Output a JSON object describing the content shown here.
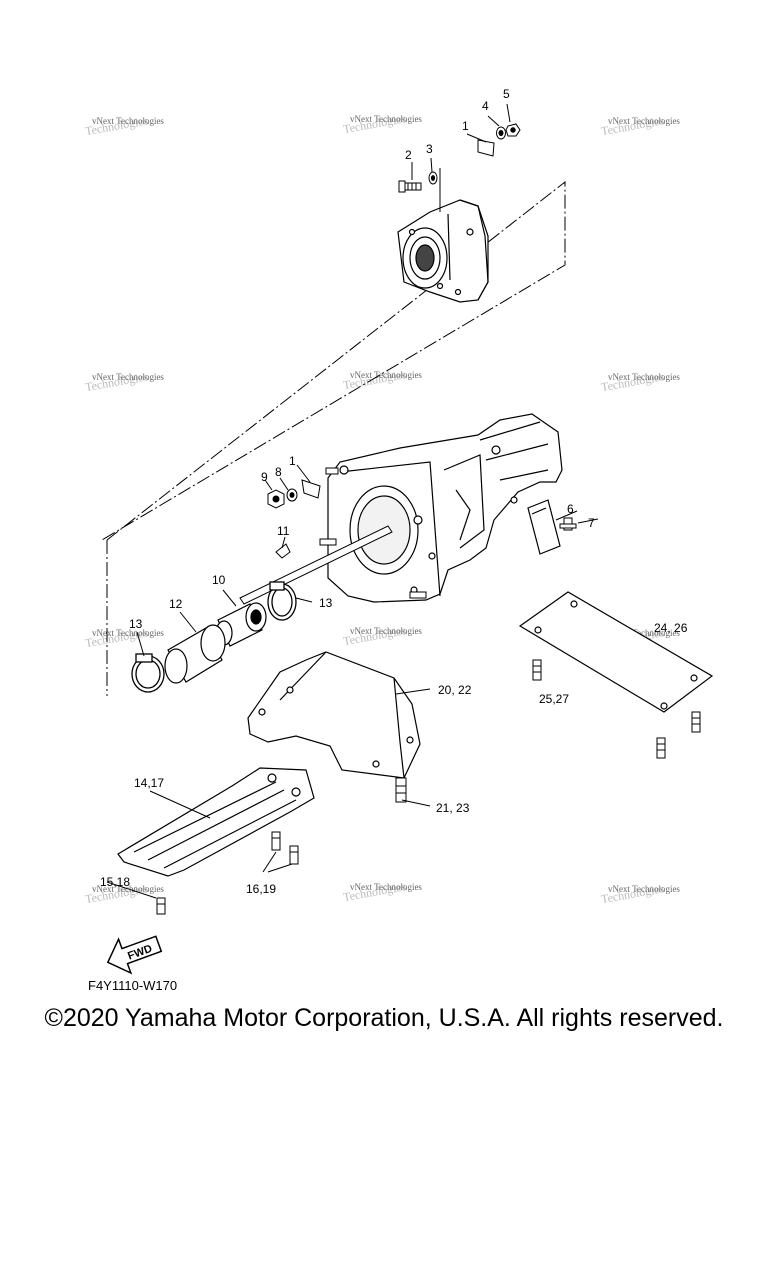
{
  "diagram": {
    "part_labels": [
      "1",
      "2",
      "3",
      "4",
      "5",
      "9",
      "8",
      "1",
      "6",
      "7",
      "11",
      "10",
      "12",
      "13",
      "13",
      "24, 26",
      "20, 22",
      "25,27",
      "14,17",
      "21, 23",
      "15,18",
      "16,19"
    ],
    "watermark": {
      "line1": "vNext Technologies",
      "line2": "Technologies"
    },
    "fwd_arrow": "FWD",
    "figure_code": "F4Y1110-W170"
  },
  "footer": {
    "copyright": "©2020 Yamaha Motor Corporation, U.S.A. All rights reserved."
  }
}
